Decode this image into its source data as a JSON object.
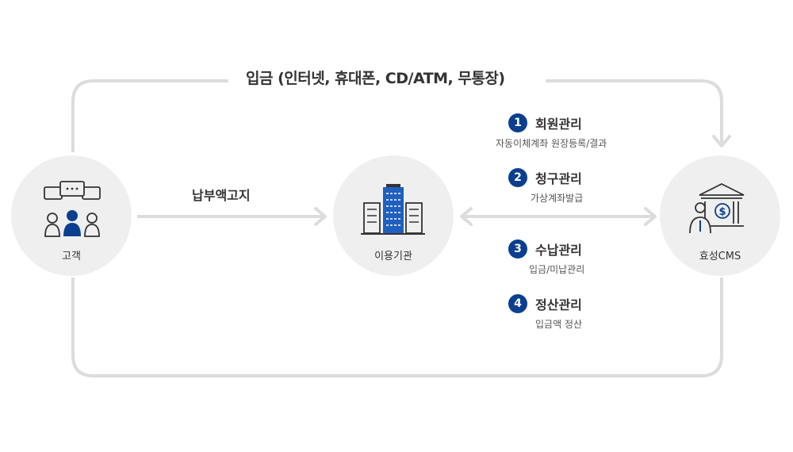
{
  "title": "입금 (인터넷, 휴대폰, CD/ATM, 무통장)",
  "nodes": {
    "customer": "고객",
    "institution": "이용기관",
    "cms": "효성CMS"
  },
  "billing_notice": "납부액고지",
  "steps": [
    {
      "number": "1",
      "title": "회원관리",
      "desc": "자동이체계좌 원장등록/결과"
    },
    {
      "number": "2",
      "title": "청구관리",
      "desc": "가상계좌발급"
    },
    {
      "number": "3",
      "title": "수납관리",
      "desc": "입금/미납관리"
    },
    {
      "number": "4",
      "title": "정산관리",
      "desc": "입금액 정산"
    }
  ],
  "colors": {
    "accent": "#0a3f8f",
    "building_blue": "#1f5fbf",
    "line": "#dcdcdc",
    "circle": "#efefef"
  },
  "icons": {
    "customer": "people-chat-icon",
    "institution": "buildings-icon",
    "cms": "bank-person-icon"
  }
}
